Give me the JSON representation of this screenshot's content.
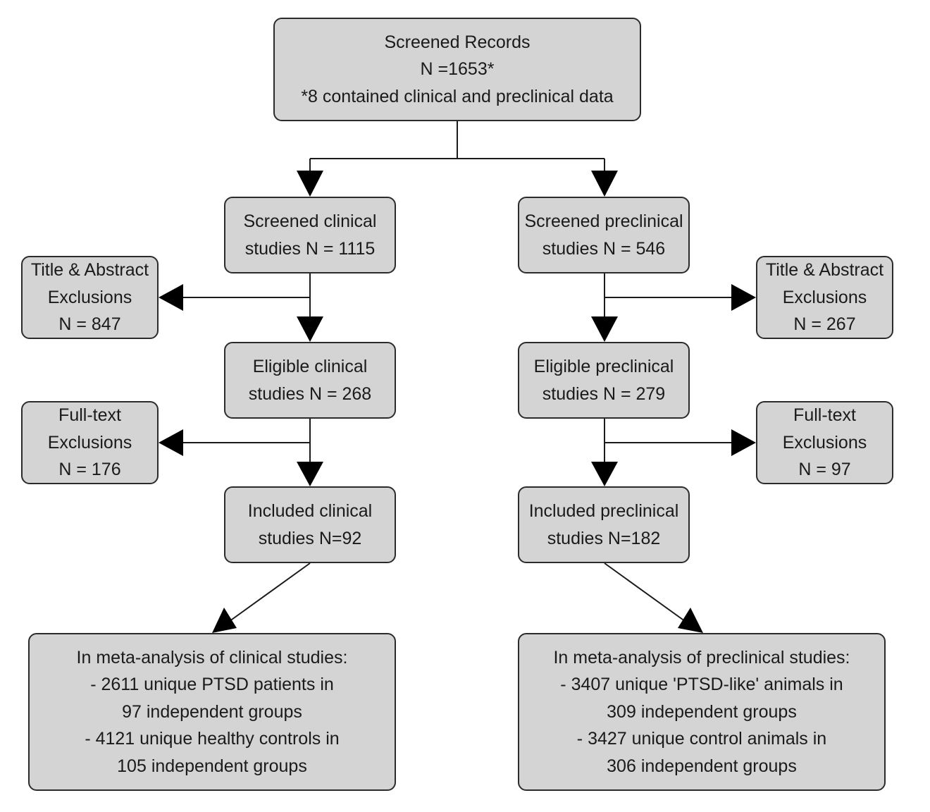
{
  "records": {
    "title": "Screened Records",
    "count": "N =1653*",
    "note": "*8 contained clinical and preclinical data"
  },
  "clinical": {
    "screened": [
      "Screened clinical",
      "studies N = 1115"
    ],
    "title_abstract_exclusions": [
      "Title & Abstract",
      "Exclusions",
      "N = 847"
    ],
    "eligible": [
      "Eligible clinical",
      "studies N = 268"
    ],
    "fulltext_exclusions": [
      "Full-text",
      "Exclusions",
      "N = 176"
    ],
    "included": [
      "Included clinical",
      "studies N=92"
    ],
    "meta_analysis": [
      "In meta-analysis of clinical studies:",
      "- 2611 unique PTSD patients in",
      "97 independent groups",
      "- 4121 unique healthy controls in",
      "105 independent groups"
    ]
  },
  "preclinical": {
    "screened": [
      "Screened preclinical",
      "studies N = 546"
    ],
    "title_abstract_exclusions": [
      "Title & Abstract",
      "Exclusions",
      "N = 267"
    ],
    "eligible": [
      "Eligible preclinical",
      "studies N = 279"
    ],
    "fulltext_exclusions": [
      "Full-text",
      "Exclusions",
      "N = 97"
    ],
    "included": [
      "Included preclinical",
      "studies N=182"
    ],
    "meta_analysis": [
      "In meta-analysis of preclinical studies:",
      "- 3407 unique 'PTSD-like' animals in",
      "309 independent groups",
      "- 3427 unique control animals in",
      "306 independent groups"
    ]
  }
}
